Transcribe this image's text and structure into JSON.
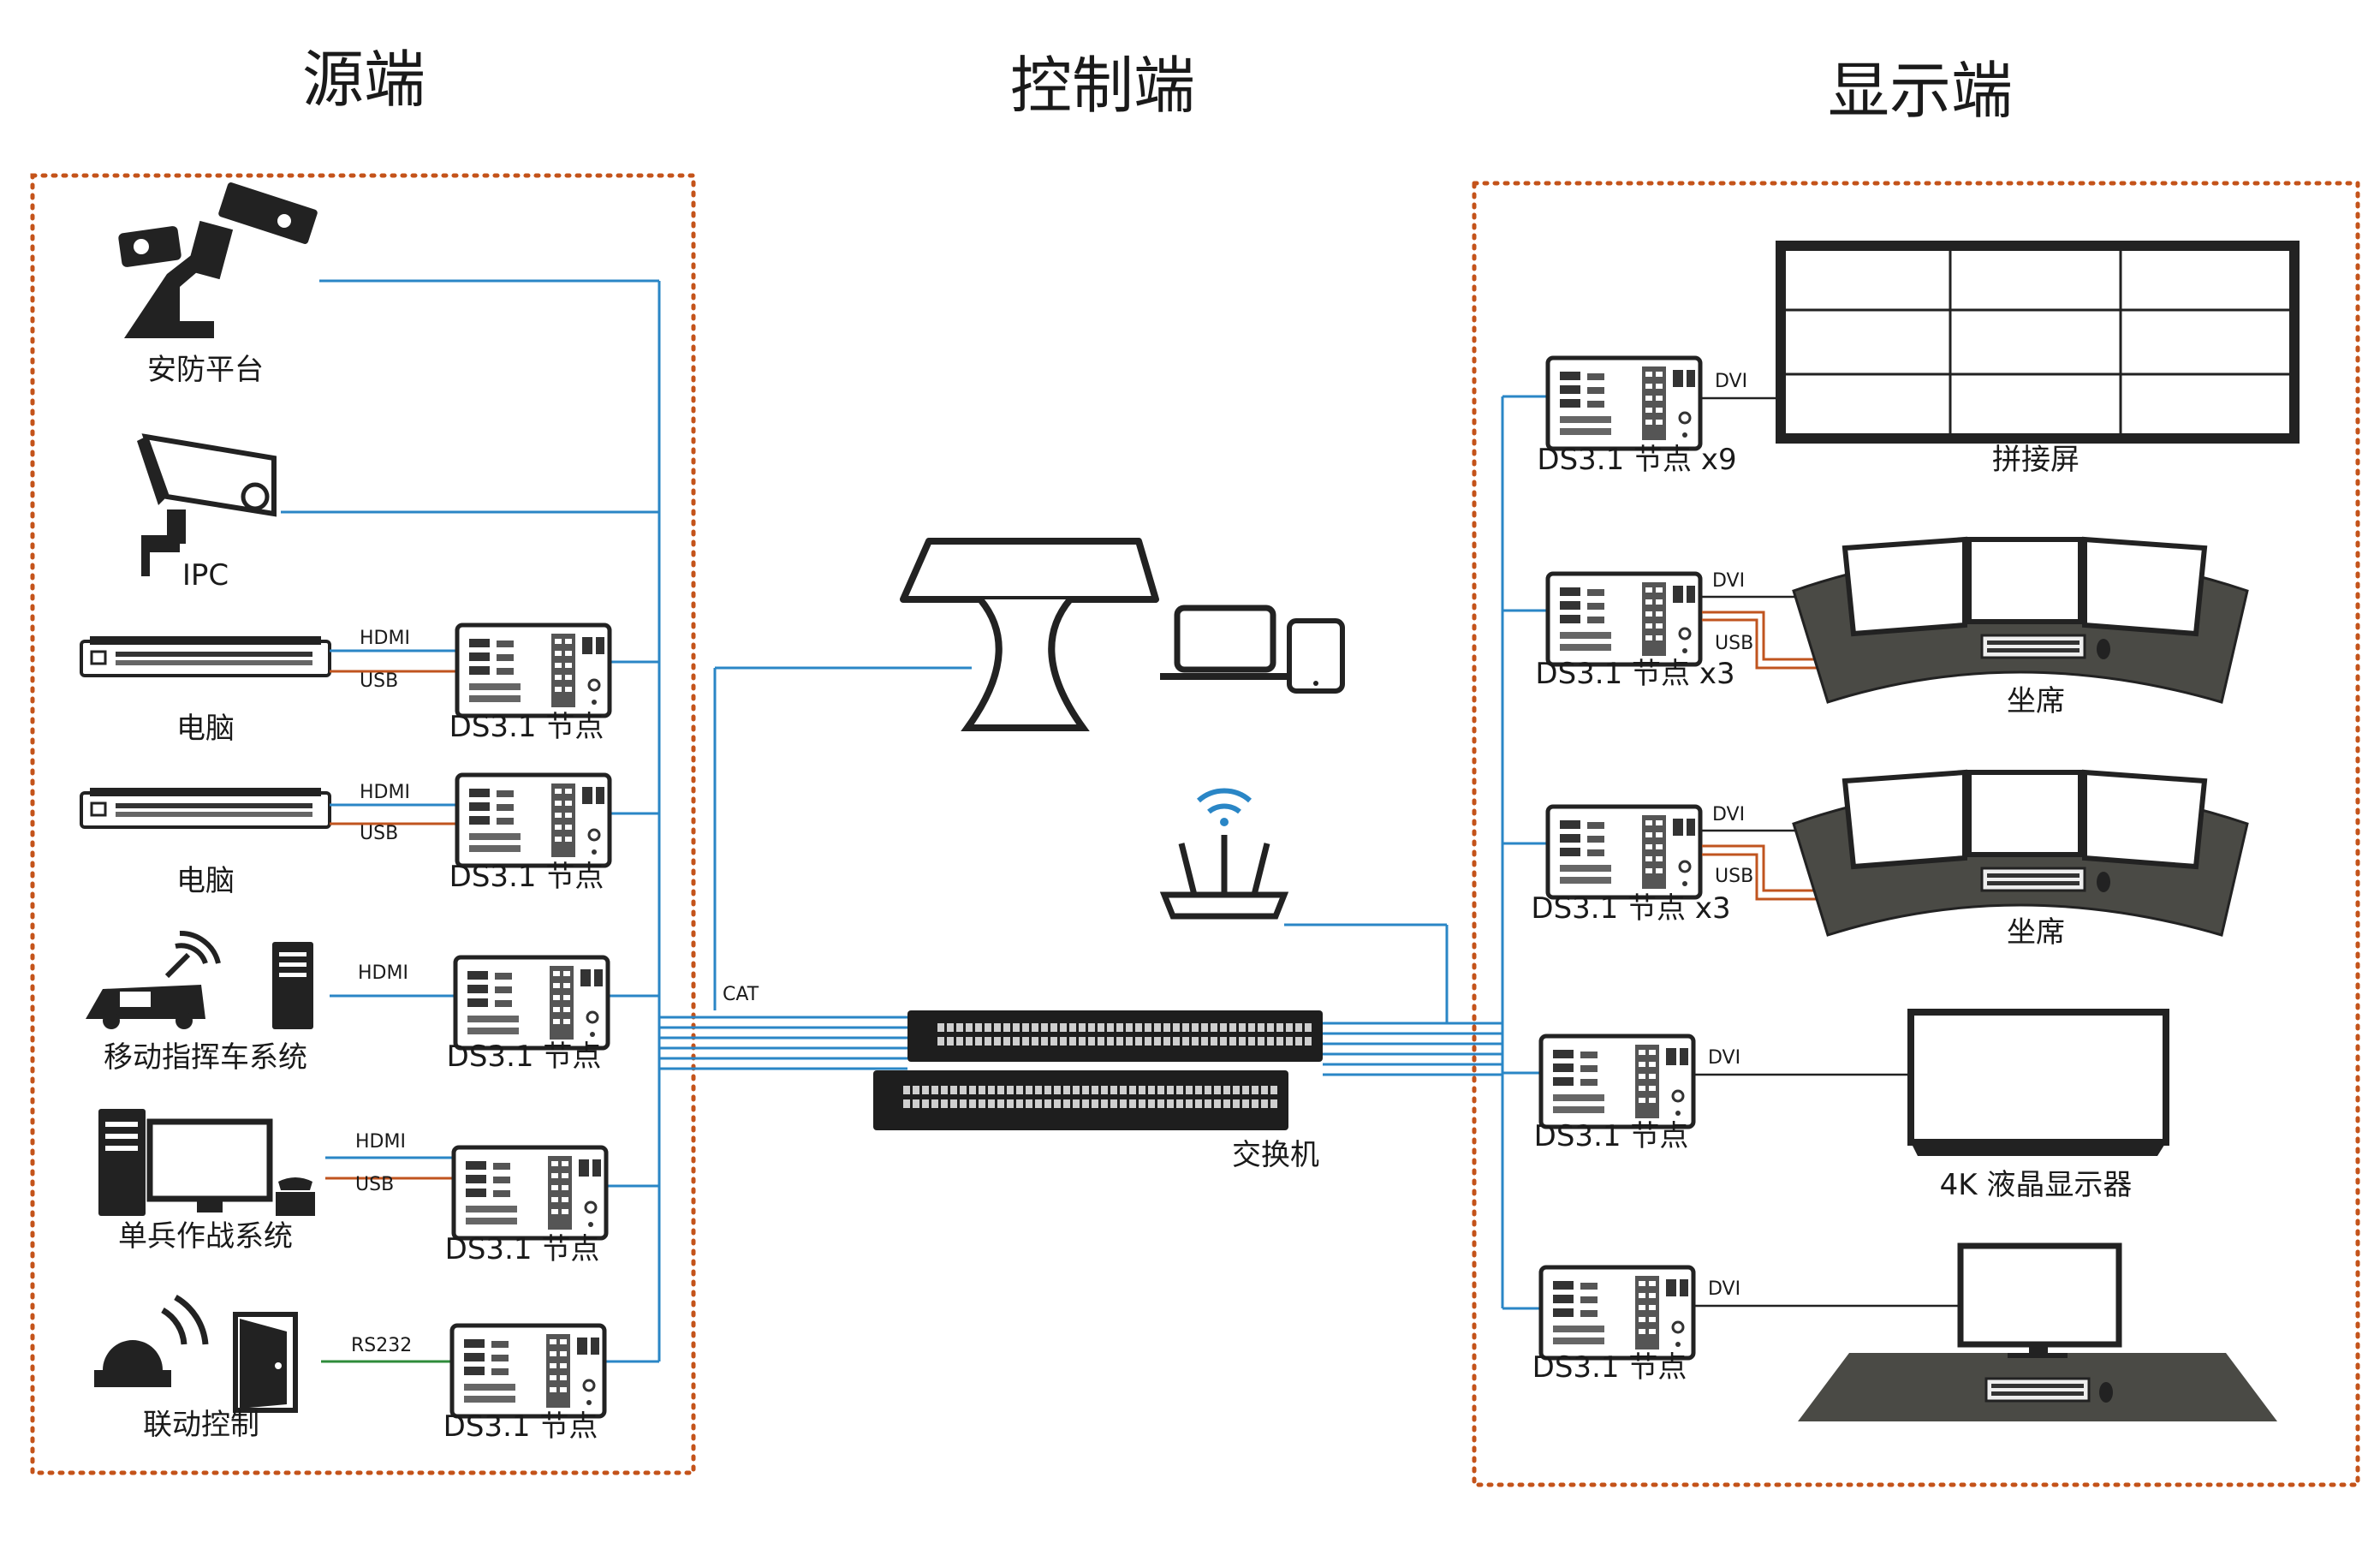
{
  "sections": {
    "source": "源端",
    "control": "控制端",
    "display": "显示端"
  },
  "source_devices": [
    {
      "label": "安防平台",
      "icon": "surveillance-camera-platform-icon"
    },
    {
      "label": "IPC",
      "icon": "ip-camera-icon"
    },
    {
      "label": "电脑",
      "icon": "rack-server-icon",
      "ports": [
        "HDMI",
        "USB"
      ],
      "node": "DS3.1 节点"
    },
    {
      "label": "电脑",
      "icon": "rack-server-icon",
      "ports": [
        "HDMI",
        "USB"
      ],
      "node": "DS3.1 节点"
    },
    {
      "label": "移动指挥车系统",
      "icon": "command-vehicle-icon",
      "ports": [
        "HDMI"
      ],
      "node": "DS3.1 节点"
    },
    {
      "label": "单兵作战系统",
      "icon": "workstation-icon",
      "ports": [
        "HDMI",
        "USB"
      ],
      "node": "DS3.1 节点"
    },
    {
      "label": "联动控制",
      "icon": "alarm-door-icon",
      "ports": [
        "RS232"
      ],
      "node": "DS3.1 节点"
    }
  ],
  "control": {
    "cat_label": "CAT",
    "switch_label": "交换机",
    "icons": [
      "control-desk-icon",
      "laptop-icon",
      "tablet-icon",
      "wifi-router-icon"
    ]
  },
  "display_devices": [
    {
      "node": "DS3.1 节点 x9",
      "ports": [
        "DVI"
      ],
      "label": "拼接屏",
      "icon": "video-wall-icon"
    },
    {
      "node": "DS3.1 节点 x3",
      "ports": [
        "DVI",
        "USB"
      ],
      "label": "坐席",
      "icon": "operator-console-icon"
    },
    {
      "node": "DS3.1 节点 x3",
      "ports": [
        "DVI",
        "USB"
      ],
      "label": "坐席",
      "icon": "operator-console-icon"
    },
    {
      "node": "DS3.1 节点",
      "ports": [
        "DVI"
      ],
      "label": "4K 液晶显示器",
      "icon": "4k-monitor-icon"
    },
    {
      "node": "DS3.1 节点",
      "ports": [
        "DVI"
      ],
      "label": "",
      "icon": "desk-monitor-icon"
    }
  ],
  "colors": {
    "network_line": "#2a86c6",
    "hdmi_line": "#2a86c6",
    "usb_line": "#c0541f",
    "rs232_line": "#2e8b3a",
    "dotted_border": "#c4531a",
    "device_dark": "#222222"
  }
}
